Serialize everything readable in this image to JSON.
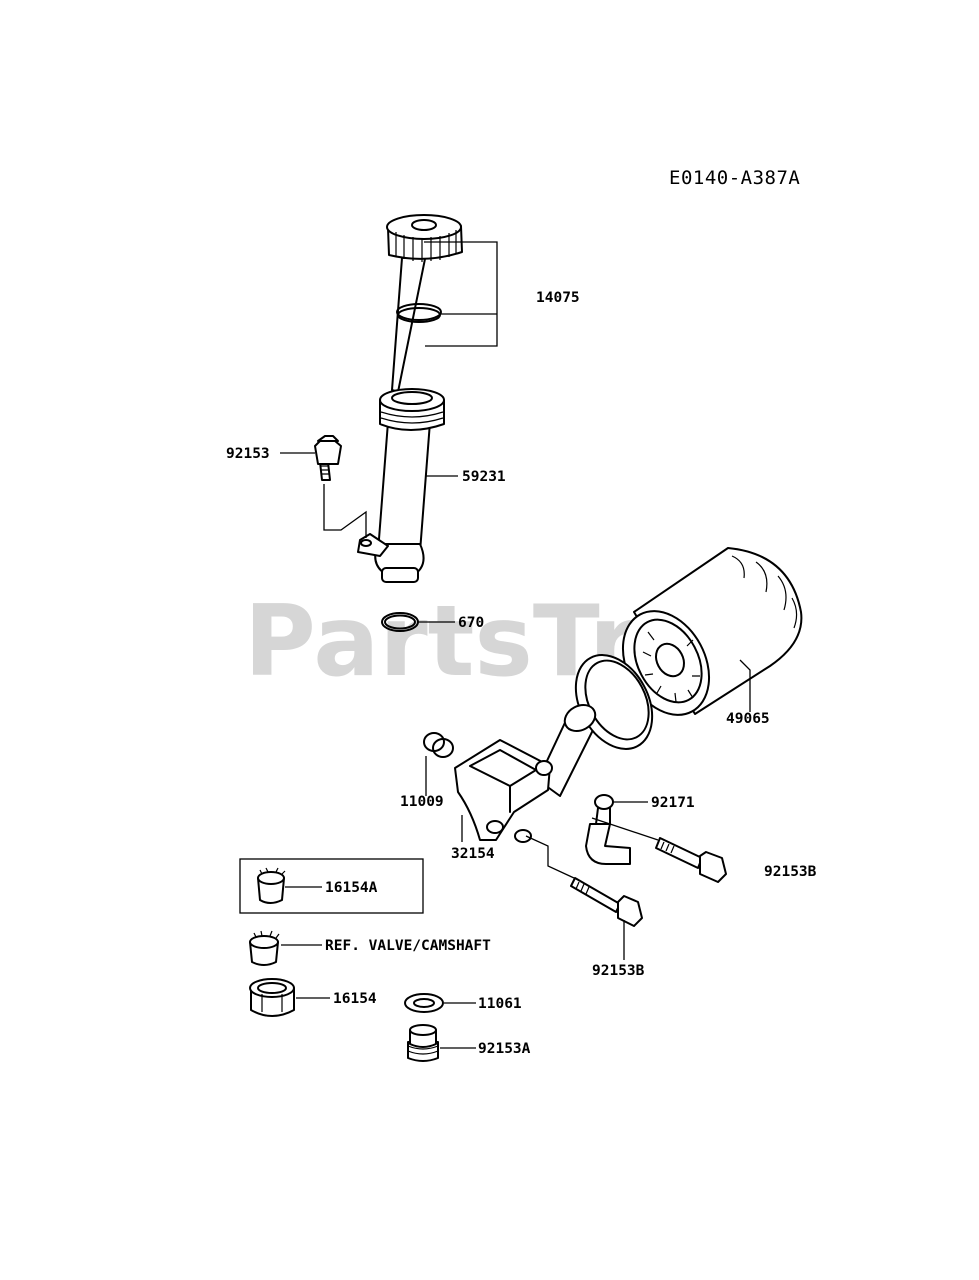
{
  "diagram_code": "E0140-A387A",
  "watermark": "PartsTree",
  "watermark_tm": "TM",
  "colors": {
    "line": "#000000",
    "watermark": "#d6d6d6",
    "background": "#ffffff"
  },
  "parts": {
    "p14075": "14075",
    "p92153_top": "92153",
    "p59231": "59231",
    "p670": "670",
    "p49065": "49065",
    "p11009": "11009",
    "p92171": "92171",
    "p32154": "32154",
    "p92153B_right": "92153B",
    "p92153B_lower": "92153B",
    "p16154A": "16154A",
    "ref_valve_camshaft": "REF. VALVE/CAMSHAFT",
    "p16154": "16154",
    "p11061": "11061",
    "p92153A": "92153A"
  }
}
